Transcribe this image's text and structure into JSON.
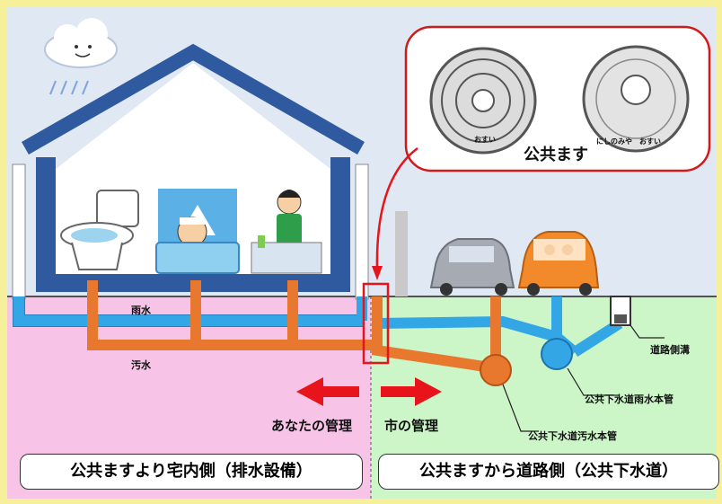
{
  "labels": {
    "rain": "雨水",
    "sewage": "汚水",
    "public_masu": "公共ます",
    "road_ditch": "道路側溝",
    "rain_main": "公共下水道雨水本管",
    "sewage_main": "公共下水道汚水本管",
    "your_management": "あなたの管理",
    "city_management": "市の管理",
    "left_box": "公共ますより宅内側（排水設備）",
    "right_box": "公共ますから道路側（公共下水道）",
    "cover_text_left": "おすい",
    "cover_text_right_a": "にしのみや",
    "cover_text_right_b": "おすい"
  },
  "colors": {
    "sky": "#dfe8f3",
    "private_zone": "#f7c3e6",
    "public_zone": "#ccf5c8",
    "rain_pipe": "#33a6e6",
    "sewage_pipe": "#e8782e",
    "house_roof": "#2f5aa0",
    "arrow": "#e8141b",
    "border": "#f5f099"
  }
}
